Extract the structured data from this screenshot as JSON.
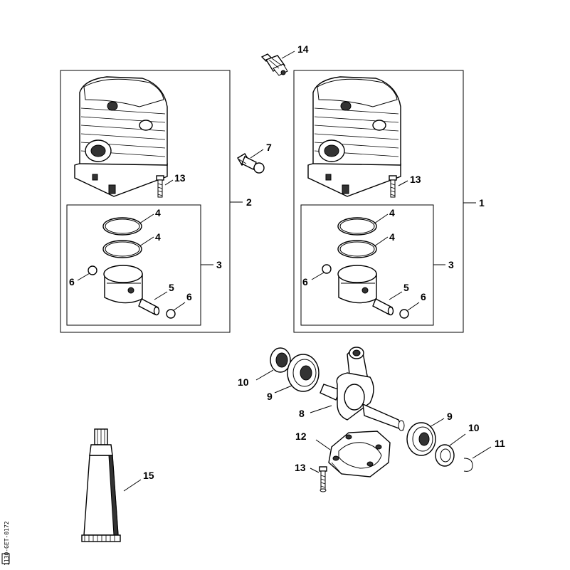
{
  "diagram": {
    "callouts": {
      "left_assembly": "2",
      "left_piston_set": "3",
      "left_ring_upper": "4",
      "left_ring_lower": "4",
      "left_pin": "5",
      "left_circlip_left": "6",
      "left_circlip_right": "6",
      "left_screw": "13",
      "right_assembly": "1",
      "right_piston_set": "3",
      "right_ring_upper": "4",
      "right_ring_lower": "4",
      "right_pin": "5",
      "right_circlip_left": "6",
      "right_circlip_right": "6",
      "right_screw": "13",
      "spark_plug": "14",
      "valve": "7",
      "crankshaft": "8",
      "bearing_left": "9",
      "bearing_right": "9",
      "seal_left": "10",
      "seal_right": "10",
      "circlip_crank": "11",
      "crankcase": "12",
      "crankcase_screw": "13",
      "grease_tube": "15"
    },
    "side_code": "1130-GET-0172"
  }
}
